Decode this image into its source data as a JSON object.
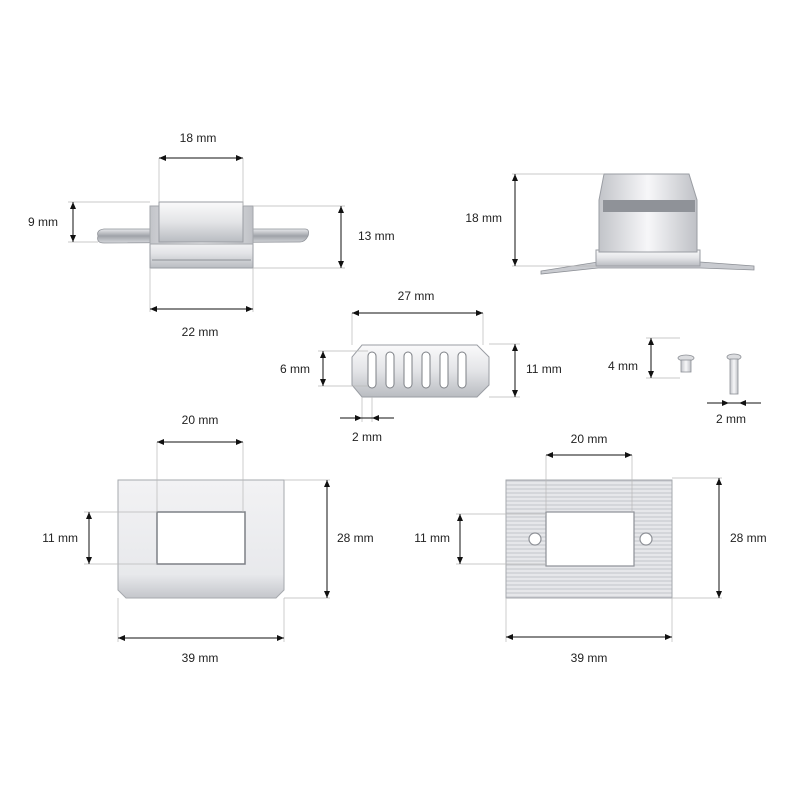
{
  "parts": {
    "clasp_front": {
      "top_width": "18 mm",
      "height_left": "9 mm",
      "height_right": "13 mm",
      "bottom_width": "22 mm"
    },
    "clasp_side": {
      "height": "18 mm"
    },
    "slotted_plate": {
      "width": "27 mm",
      "slot_height": "6 mm",
      "height": "11 mm",
      "slot_width": "2 mm"
    },
    "rivets": {
      "height": "4 mm",
      "width": "2 mm"
    },
    "front_frame": {
      "opening_width": "20 mm",
      "opening_height": "11 mm",
      "height": "28 mm",
      "width": "39 mm"
    },
    "back_plate": {
      "opening_width": "20 mm",
      "opening_height": "11 mm",
      "height": "28 mm",
      "width": "39 mm"
    }
  },
  "colors": {
    "metal_light": "#f4f4f6",
    "metal_mid": "#c9cbd0",
    "metal_dark": "#8d9096",
    "dim_line": "#111111"
  }
}
